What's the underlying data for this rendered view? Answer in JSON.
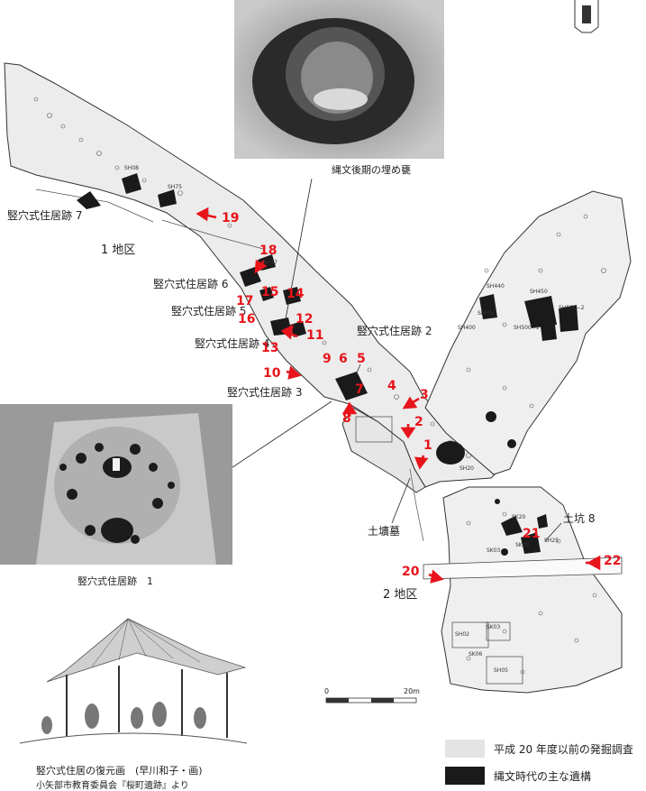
{
  "photos": {
    "urn_caption": "縄文後期の埋め甕",
    "dwelling1_caption": "竪穴式住居跡　1",
    "reconstruction_caption": "竪穴式住居の復元画　(早川和子・画)",
    "reconstruction_credit": "小矢部市教育委員会『桜町遺跡』より"
  },
  "areas": {
    "area1": "1 地区",
    "area2": "2 地区"
  },
  "features": {
    "dwelling7": "竪穴式住居跡 7",
    "dwelling6": "竪穴式住居跡 6",
    "dwelling5": "竪穴式住居跡 5",
    "dwelling4": "竪穴式住居跡 4",
    "dwelling3": "竪穴式住居跡 3",
    "dwelling2": "竪穴式住居跡 2",
    "grave": "土壙墓",
    "pit8": "土坑 8"
  },
  "small_labels": {
    "sh08": "SH08",
    "sh75": "SH75",
    "sh57": "SH57",
    "sh20": "SH20",
    "sh440": "SH440",
    "sh450": "SH450",
    "sh550": "SH550",
    "sh500_2": "SH500−2",
    "sh400": "SH400",
    "sh500_1": "SH500−1",
    "sk20": "SK20",
    "sk03a": "SK03",
    "sk25": "SK25",
    "sh25": "SH25",
    "sk03b": "SK03",
    "sh02": "SH02",
    "sk06": "SK06",
    "sh05": "SH05"
  },
  "markers": [
    "1",
    "2",
    "3",
    "4",
    "5",
    "6",
    "7",
    "8",
    "9",
    "10",
    "11",
    "12",
    "13",
    "14",
    "15",
    "16",
    "17",
    "18",
    "19",
    "20",
    "21",
    "22"
  ],
  "scale": {
    "zero": "0",
    "max": "20m"
  },
  "legend": {
    "prior_survey": "平成 20 年度以前の発掘調査",
    "jomon_features": "縄文時代の主な遺構",
    "prior_color": "#e4e4e4",
    "jomon_color": "#1a1a1a"
  },
  "colors": {
    "marker": "#e8141b"
  }
}
